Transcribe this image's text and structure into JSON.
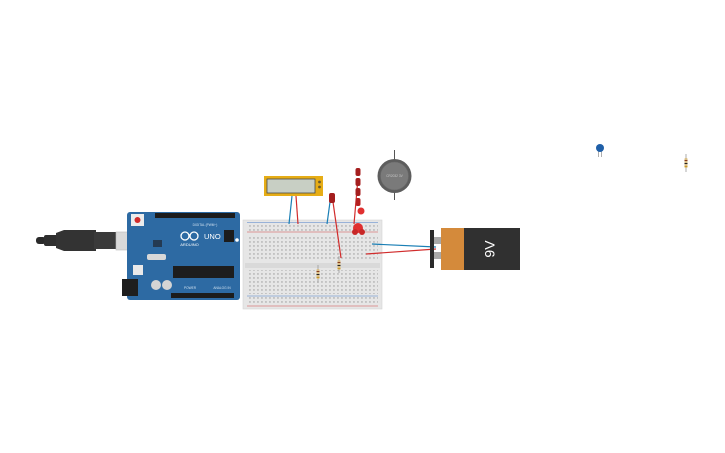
{
  "circuit": {
    "arduino": {
      "model_text": "UNO",
      "brand_text": "ARDUINO",
      "header_label_top": "DIGITAL (PWM~)",
      "header_label_power": "POWER",
      "header_label_analog": "ANALOG IN"
    },
    "battery": {
      "voltage_text": "9V"
    },
    "coin_cell": {
      "text": "CR2032 3V"
    }
  }
}
